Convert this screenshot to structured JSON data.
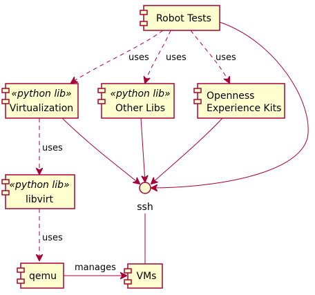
{
  "components": {
    "robot_tests": {
      "name": "Robot Tests"
    },
    "virtualization": {
      "stereotype": "«python lib»",
      "name": "Virtualization"
    },
    "other_libs": {
      "stereotype": "«python lib»",
      "name": "Other Libs"
    },
    "openness": {
      "name_line1": "Openness",
      "name_line2": "Experience Kits"
    },
    "libvirt": {
      "stereotype": "«python lib»",
      "name": "libvirt"
    },
    "qemu": {
      "name": "qemu"
    },
    "vms": {
      "name": "VMs"
    }
  },
  "interface": {
    "ssh": "ssh"
  },
  "edges": {
    "robot_virt": "uses",
    "robot_other": "uses",
    "robot_openness": "uses",
    "virt_libvirt": "uses",
    "libvirt_qemu": "uses",
    "qemu_vms": "manages"
  },
  "colors": {
    "fill": "#FEFECE",
    "stroke": "#A80036"
  }
}
